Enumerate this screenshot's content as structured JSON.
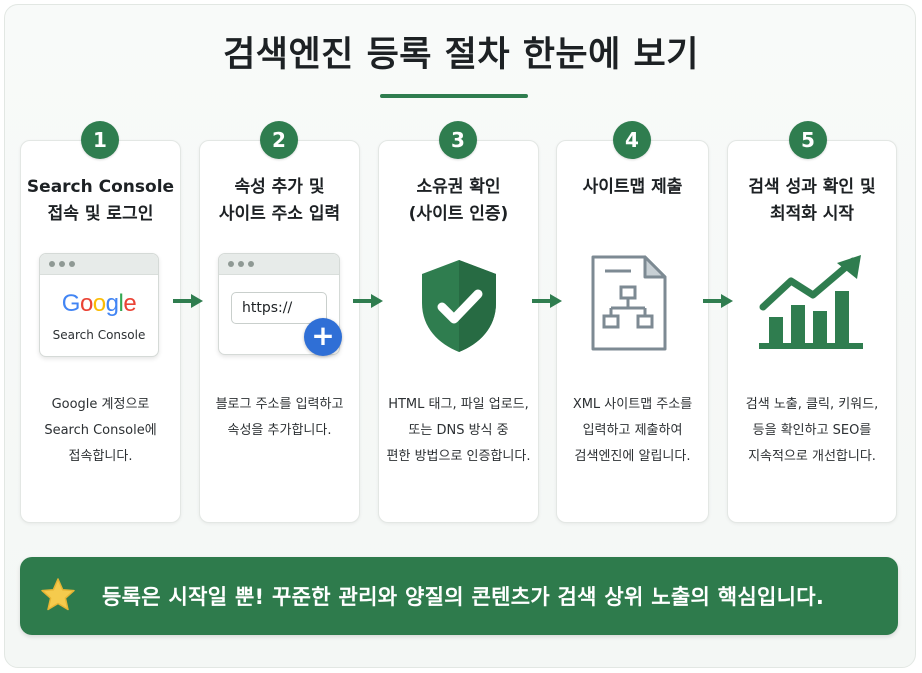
{
  "title": "검색엔진 등록 절차 한눈에 보기",
  "accent_color": "#2f7d4f",
  "steps": [
    {
      "number": "1",
      "title": "Search Console\n접속 및 로그인",
      "icon": "browser-google-icon",
      "icon_brand": "Google",
      "icon_label": "Search Console",
      "description": "Google 계정으로\nSearch Console에\n접속합니다."
    },
    {
      "number": "2",
      "title": "속성 추가 및\n사이트 주소 입력",
      "icon": "browser-url-plus-icon",
      "icon_text": "https://",
      "description": "블로그 주소를 입력하고\n속성을 추가합니다."
    },
    {
      "number": "3",
      "title": "소유권 확인\n(사이트 인증)",
      "icon": "shield-check-icon",
      "description": "HTML 태그, 파일 업로드,\n또는 DNS 방식 중\n편한 방법으로 인증합니다."
    },
    {
      "number": "4",
      "title": "사이트맵 제출",
      "icon": "sitemap-document-icon",
      "description": "XML 사이트맵 주소를\n입력하고 제출하여\n검색엔진에 알립니다."
    },
    {
      "number": "5",
      "title": "검색 성과 확인 및\n최적화 시작",
      "icon": "growth-chart-icon",
      "description": "검색 노출, 클릭, 키워드,\n등을 확인하고 SEO를\n지속적으로 개선합니다."
    }
  ],
  "banner": {
    "icon": "star-icon",
    "text": "등록은 시작일 뿐! 꾸준한 관리와 양질의 콘텐츠가 검색 상위 노출의 핵심입니다."
  }
}
